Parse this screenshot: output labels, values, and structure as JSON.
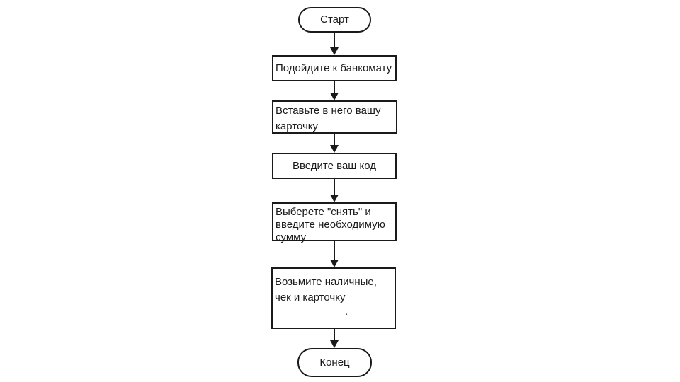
{
  "slide": {
    "background": "#ffffff"
  },
  "colors": {
    "line": "#1a1a1a",
    "shape_fill": "#ffffff",
    "text": "#1a1a1a"
  },
  "flowchart": {
    "type": "vertical-flowchart",
    "language": "ru",
    "nodes": [
      {
        "id": "start",
        "shape": "terminator",
        "label": "Старт"
      },
      {
        "id": "approach-atm",
        "shape": "process",
        "label": "Подойдите к банкомату"
      },
      {
        "id": "insert-card",
        "shape": "process",
        "label": "Вставьте в него вашу карточку"
      },
      {
        "id": "enter-code",
        "shape": "process",
        "label": "Введите ваш код"
      },
      {
        "id": "choose-withdraw",
        "shape": "process",
        "label": "Выберете \"снять\" и введите необходимую сумму"
      },
      {
        "id": "take-cash",
        "shape": "process",
        "label": "Возьмите наличные, чек и карточку",
        "stray_mark": "."
      },
      {
        "id": "end",
        "shape": "terminator",
        "label": "Конец"
      }
    ],
    "connectors": [
      {
        "from": "start",
        "to": "approach-atm"
      },
      {
        "from": "approach-atm",
        "to": "insert-card"
      },
      {
        "from": "insert-card",
        "to": "enter-code"
      },
      {
        "from": "enter-code",
        "to": "choose-withdraw"
      },
      {
        "from": "choose-withdraw",
        "to": "take-cash"
      },
      {
        "from": "take-cash",
        "to": "end"
      }
    ]
  }
}
